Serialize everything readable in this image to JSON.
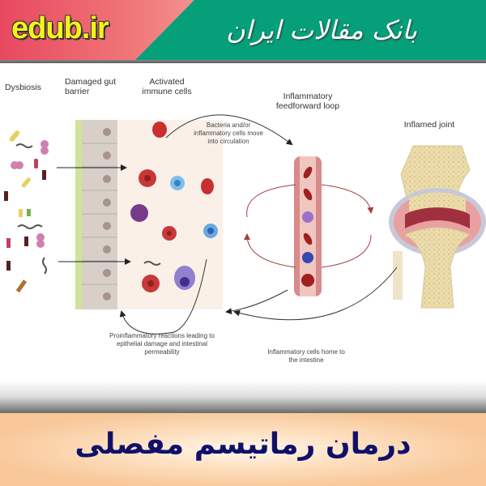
{
  "header": {
    "site_logo": "edub.ir",
    "brand_title": "بانک مقالات ایران",
    "colors": {
      "green": "#05a07a",
      "red": "#e84860",
      "logo_yellow": "#f3f31a"
    }
  },
  "diagram": {
    "stages": {
      "dysbiosis": "Dysbiosis",
      "damaged_gut_barrier": "Damaged gut barrier",
      "activated_immune_cells": "Activated immune cells",
      "feedforward_loop": "Inflammatory feedforward loop",
      "inflamed_joint": "Inflamed joint"
    },
    "annotations": {
      "into_circulation": "Bacteria and/or inflammatory cells move into circulation",
      "proinflammatory": "Proinflammatory reactions leading to epithelial damage and intestinal permeability",
      "home_to_intestine": "Inflammatory cells home to the intestine"
    }
  },
  "footer": {
    "title": "درمان رماتیسم مفصلی",
    "colors": {
      "text": "#10106a",
      "background": "#f8c89a"
    }
  }
}
